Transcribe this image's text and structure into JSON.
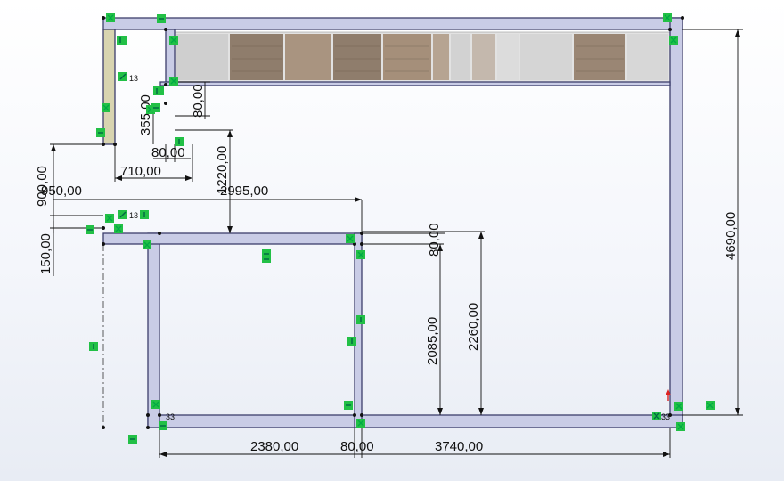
{
  "colors": {
    "wall_fill": "#c9cce6",
    "wall_stroke": "#3c3e6c",
    "relation_badge": "#22c046",
    "dimension_line": "#111111"
  },
  "dimensions": {
    "d_80_top": "80,00",
    "d_355": "355,00",
    "d_80_mid": "80,00",
    "d_710": "710,00",
    "d_1220": "1220,00",
    "d_950": "950,00",
    "d_900": "900,00",
    "d_2995": "2995,00",
    "d_150": "150,00",
    "d_80_right": "80,00",
    "d_2085": "2085,00",
    "d_2260": "2260,00",
    "d_4690": "4690,00",
    "d_2380": "2380,00",
    "d_80_bottom": "80,00",
    "d_3740": "3740,00"
  },
  "relations": {
    "r13_a": "13",
    "r13_b": "13",
    "r33_a": "33",
    "r33_b": "33"
  },
  "icons": {
    "relation_horizontal": "horizontal-relation-icon",
    "relation_vertical": "vertical-relation-icon",
    "relation_coincident": "coincident-relation-icon"
  }
}
